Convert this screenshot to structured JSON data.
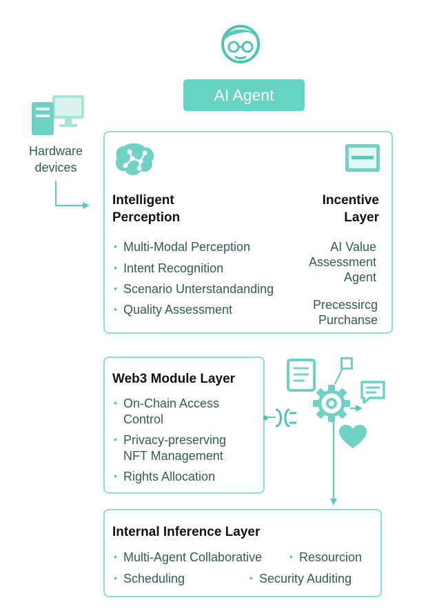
{
  "agent": {
    "label": "AI Agent"
  },
  "hardware": {
    "label_line1": "Hardware",
    "label_line2": "devices"
  },
  "perception": {
    "title_line1": "Intelligent",
    "title_line2": "Perception",
    "items": [
      "Multi-Modal Perception",
      "Intent Recognition",
      "Scenario Unterstandanding",
      "Quality Assessment"
    ]
  },
  "incentive": {
    "title_line1": "Incentive",
    "title_line2": "Layer",
    "item1_lines": [
      "AI Value",
      "Assessment",
      "Agent"
    ],
    "item2_lines": [
      "Precessircg",
      "Purchanse"
    ]
  },
  "web3": {
    "title": "Web3 Module Layer",
    "items": [
      [
        "On-Chain Access",
        "Control"
      ],
      [
        "Privacy-preserving",
        "NFT Management"
      ],
      [
        "Rights Allocation"
      ]
    ]
  },
  "inference": {
    "title": "Internal Inference Layer",
    "items": [
      "Multi-Agent Collaborative",
      "Resourcion",
      "Scheduling",
      "Security Auditing"
    ]
  },
  "colors": {
    "accent": "#67d3c4",
    "border": "#8fdcd0",
    "text": "#2f5d55"
  },
  "icons": [
    "user-avatar-icon",
    "computer-devices-icon",
    "brain-circuit-icon",
    "card-icon",
    "document-icon",
    "gear-icon",
    "chat-icon",
    "heart-icon",
    "connector-icon"
  ]
}
